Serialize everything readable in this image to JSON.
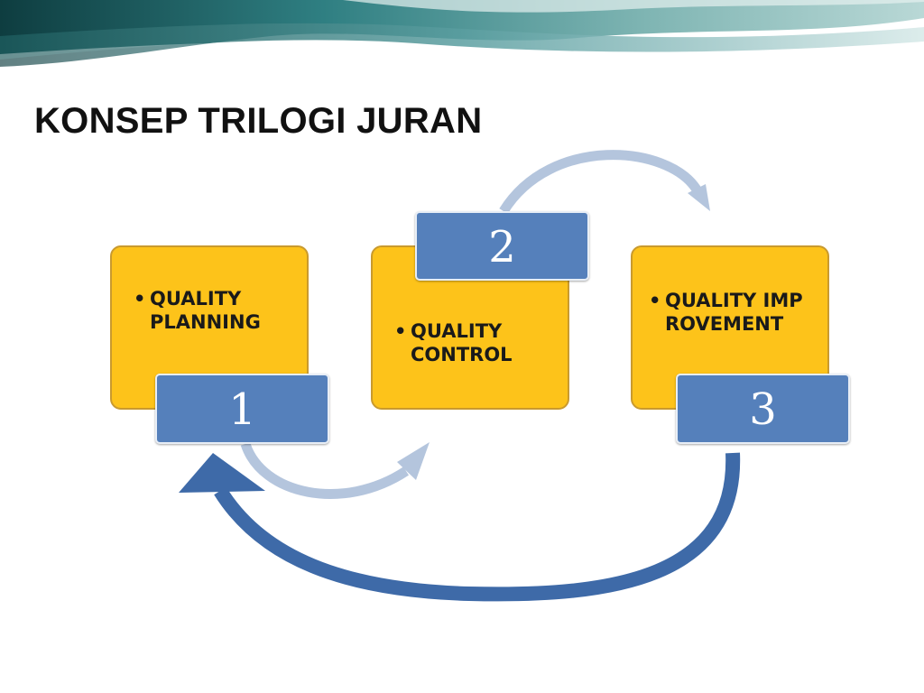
{
  "slide": {
    "title": "KONSEP TRILOGI JURAN"
  },
  "steps": [
    {
      "number": "1",
      "label": "QUALITY PLANNING"
    },
    {
      "number": "2",
      "label": "QUALITY CONTROL"
    },
    {
      "number": "3",
      "label": "QUALITY IMPROVEMENT"
    }
  ],
  "colors": {
    "card_fill": "#fdc31a",
    "number_box": "#5580bb",
    "arrow_light": "#b4c5dd",
    "arrow_dark": "#3e6aa8",
    "header_teal": "#2f7f82"
  }
}
